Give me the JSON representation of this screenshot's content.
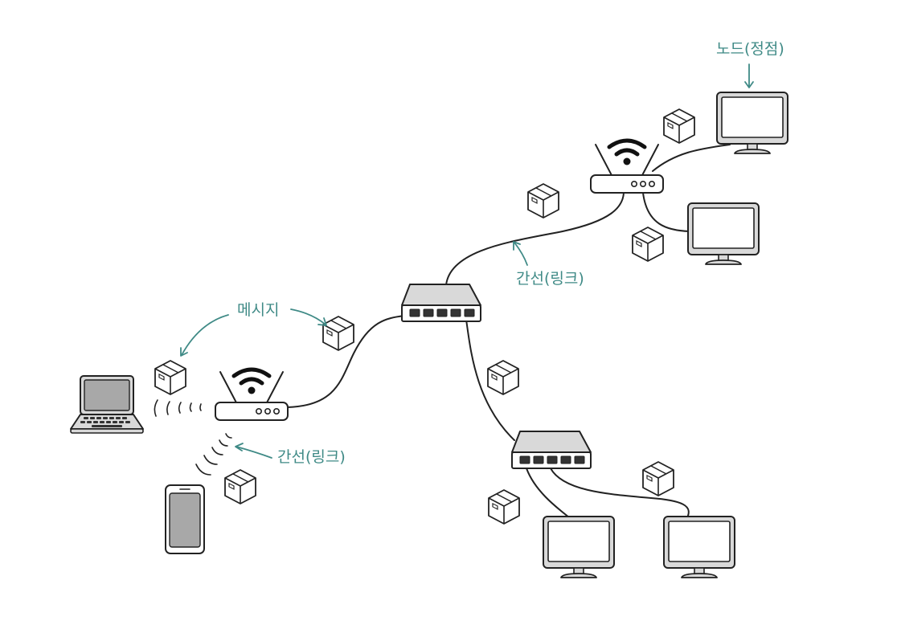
{
  "labels": {
    "node": "노드(정점)",
    "edge_top": "간선(링크)",
    "message": "메시지",
    "edge_bottom": "간선(링크)"
  },
  "colors": {
    "label": "#3f8a86",
    "device_fill": "#d9d9d9",
    "screen_fill": "#a8a8a8",
    "line": "#222222"
  },
  "icons": [
    "monitor-icon",
    "router-icon",
    "switch-icon",
    "laptop-icon",
    "smartphone-icon",
    "package-icon",
    "wifi-icon"
  ]
}
